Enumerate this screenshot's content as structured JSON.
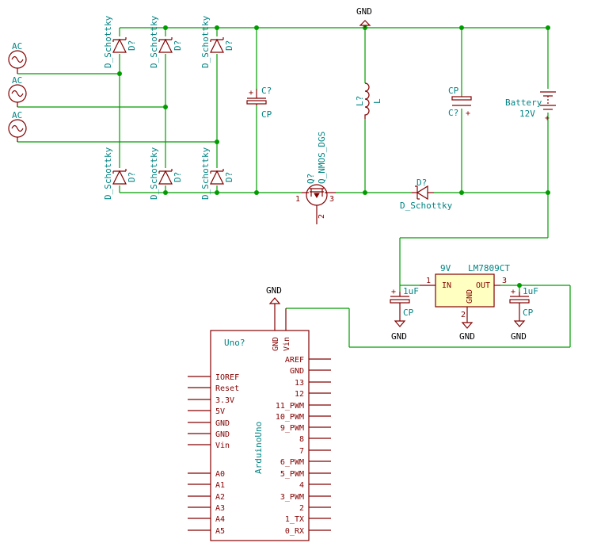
{
  "sources": {
    "label": "AC"
  },
  "bridge": {
    "diode_value": "D_Schottky",
    "diode_ref": "D?"
  },
  "cap_in": {
    "ref": "C?",
    "value": "CP"
  },
  "mosfet": {
    "ref": "Q?",
    "value": "Q_NMOS_DGS",
    "pin1": "1",
    "pin2": "2",
    "pin3": "3"
  },
  "inductor": {
    "ref": "L?",
    "value": "L"
  },
  "gnd_top": "GND",
  "diode_out": {
    "ref": "D?",
    "value": "D_Schottky"
  },
  "cap_out": {
    "ref": "C?",
    "value": "CP"
  },
  "battery": {
    "label": "Battery",
    "voltage": "12V"
  },
  "regulator": {
    "part": "LM7809CT",
    "voltage": "9V",
    "in": "IN",
    "out": "OUT",
    "gnd": "GND",
    "pin1": "1",
    "pin2": "2",
    "pin3": "3"
  },
  "reg_cap_in": {
    "value": "1uF",
    "type": "CP"
  },
  "reg_cap_out": {
    "value": "1uF",
    "type": "CP"
  },
  "gnd_labels": {
    "reg_in": "GND",
    "reg": "GND",
    "reg_out": "GND",
    "uno": "GND"
  },
  "arduino": {
    "ref": "Uno?",
    "name": "ArduinoUno",
    "top_pins": [
      "GND",
      "Vin"
    ],
    "left_pins": [
      "IOREF",
      "Reset",
      "3.3V",
      "5V",
      "GND",
      "GND",
      "Vin",
      "A0",
      "A1",
      "A2",
      "A3",
      "A4",
      "A5"
    ],
    "right_pins": [
      "AREF",
      "GND",
      "13",
      "12",
      "11_PWM",
      "10_PWM",
      "9_PWM",
      "8",
      "7",
      "6_PWM",
      "5_PWM",
      "4",
      "3_PWM",
      "2",
      "1_TX",
      "0_RX"
    ]
  }
}
